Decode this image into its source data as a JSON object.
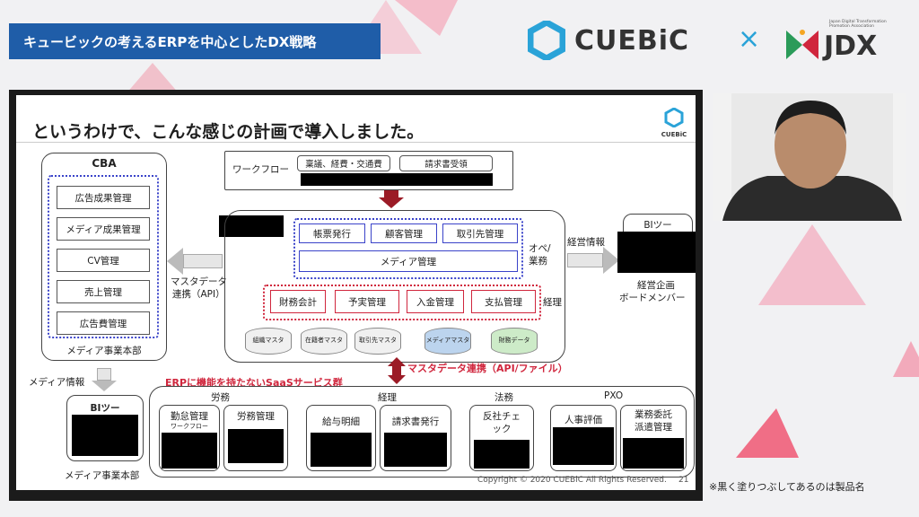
{
  "header": {
    "title": "キュービックの考えるERPを中心としたDX戦略",
    "brand_cuebic": "CUEBiC",
    "cross": "×",
    "brand_jdx": "JDX",
    "jdx_sub": "Japan Digital Transformation Promotion Association"
  },
  "slide": {
    "title": "というわけで、こんな感じの計画で導入しました。",
    "logo": "CUEBiC",
    "workflow": {
      "label": "ワークフロー",
      "item1": "稟議、経費・交通費",
      "item2": "請求書受領"
    },
    "cba": {
      "title": "CBA",
      "items": [
        "広告成果管理",
        "メディア成果管理",
        "CV管理",
        "売上管理",
        "広告費管理"
      ],
      "footer": "メディア事業本部"
    },
    "master_link": {
      "line1": "マスタデータ",
      "line2": "連携（API）"
    },
    "erp": {
      "ops_items": [
        "帳票発行",
        "顧客管理",
        "取引先管理"
      ],
      "media": "メディア管理",
      "ops_label_1": "オペ/",
      "ops_label_2": "業務",
      "acct_items": [
        "財務会計",
        "予実管理",
        "入金管理",
        "支払管理"
      ],
      "acct_label": "経理",
      "dbs": [
        "組織マスタ",
        "在籍者マスタ",
        "取引先マスタ",
        "メディアマスタ",
        "財務データ"
      ]
    },
    "bi_right": {
      "title": "BIツー",
      "flow": "経営情報",
      "footer1": "経営企画",
      "footer2": "ボードメンバー"
    },
    "media_info": "メディア情報",
    "bi_left": {
      "title": "BIツー",
      "footer": "メディア事業本部"
    },
    "master_sync": "マスタデータ連携（API/ファイル）",
    "saas_title": "ERPに機能を持たないSaaSサービス群",
    "saas": {
      "labor": {
        "title": "労務",
        "items": [
          "勤怠管理",
          "労務管理"
        ],
        "sub": "ワークフロー"
      },
      "acct": {
        "title": "経理",
        "items": [
          "給与明細",
          "請求書発行"
        ]
      },
      "legal": {
        "title": "法務",
        "item": "反社チェック"
      },
      "pxo": {
        "title": "PXO",
        "items": [
          "人事評価",
          "業務委託派遣管理"
        ]
      }
    },
    "copyright": "Copyright © 2020 CUEBiC All Rights Reserved.",
    "page": "21"
  },
  "note": "※黒く塗りつぶしてあるのは製品名",
  "colors": {
    "banner": "#1f5da8",
    "accent_red": "#d0263d",
    "accent_blue": "#3a43c9",
    "logo_blue": "#2aa3d8"
  }
}
